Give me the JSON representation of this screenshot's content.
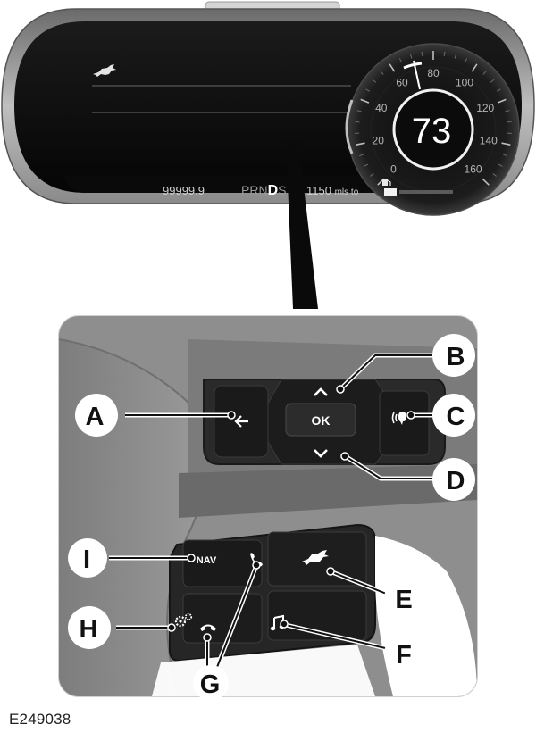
{
  "cluster": {
    "odometer": "99999.9",
    "gear_prefix": "PRN",
    "gear_selected": "D",
    "gear_suffix": "S",
    "range_value": "1150",
    "range_unit": "mls to",
    "speed": "73",
    "speed_scale": [
      "0",
      "20",
      "40",
      "60",
      "80",
      "100",
      "120",
      "140",
      "160"
    ],
    "logo_icon": "pony-logo-icon",
    "fuel_icon": "fuel-pump-icon"
  },
  "wheel_controls": {
    "ok_label": "OK",
    "nav_label": "NAV",
    "icons": {
      "back": "back-arrow-icon",
      "up": "chevron-up-icon",
      "down": "chevron-down-icon",
      "voice": "voice-icon",
      "phone_accept": "phone-accept-icon",
      "phone_end": "phone-end-icon",
      "settings": "gears-icon",
      "mustang": "pony-logo-icon",
      "music": "music-note-icon"
    }
  },
  "callouts": {
    "a": "A",
    "b": "B",
    "c": "C",
    "d": "D",
    "e": "E",
    "f": "F",
    "g": "G",
    "h": "H",
    "i": "I"
  },
  "figure_id": "E249038"
}
